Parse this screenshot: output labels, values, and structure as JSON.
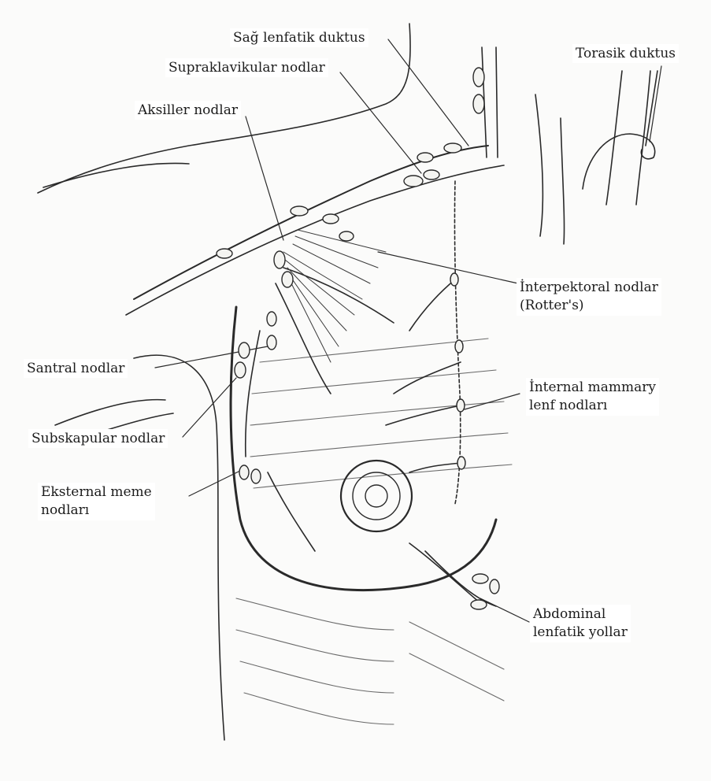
{
  "labels": {
    "sag_lenfatik_duktus": "Sağ lenfatik duktus",
    "torasik_duktus": "Torasik duktus",
    "supraklavikular_nodlar": "Supraklavikular nodlar",
    "aksiller_nodlar": "Aksiller nodlar",
    "interpektoral_line1": "İnterpektoral nodlar",
    "interpektoral_line2": "(Rotter's)",
    "santral_nodlar": "Santral nodlar",
    "internal_mammary_line1": "İnternal mammary",
    "internal_mammary_line2": "lenf nodları",
    "subskapular_nodlar": "Subskapular nodlar",
    "eksternal_meme_line1": "Eksternal meme",
    "eksternal_meme_line2": "nodları",
    "abdominal_line1": "Abdominal",
    "abdominal_line2": "lenfatik yollar"
  },
  "colors": {
    "ink": "#2a2a2a",
    "node_fill": "#f4f4f1",
    "label_bg": "#ffffff",
    "paper": "#fbfbfa"
  }
}
